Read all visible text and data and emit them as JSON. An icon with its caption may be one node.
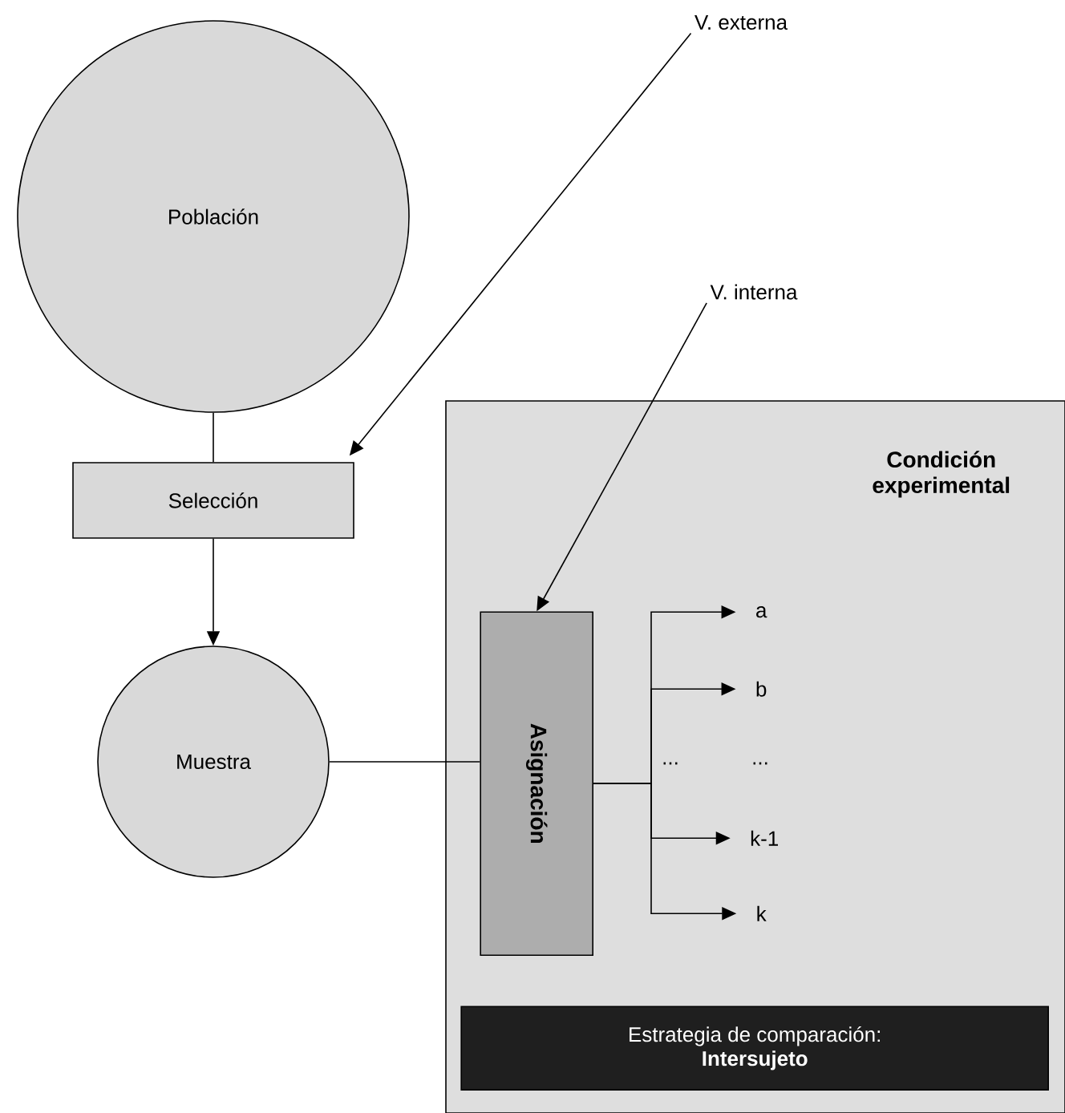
{
  "diagram": {
    "nodes": [
      {
        "text": [
          "Población"
        ]
      },
      {
        "text": [
          "Selección"
        ]
      },
      {
        "text": [
          "Muestra"
        ]
      },
      {
        "text": [
          "V. externa"
        ]
      },
      {
        "text": [
          "V. interna"
        ]
      },
      {
        "text": [
          "Condición experimental"
        ]
      },
      {
        "text": [
          "Asignación"
        ],
        "in": 5
      },
      {
        "text": [
          "a"
        ],
        "in": 5
      },
      {
        "text": [
          "b"
        ],
        "in": 5
      },
      {
        "text": [
          "k-1"
        ],
        "in": 5
      },
      {
        "text": [
          "k"
        ],
        "in": 5
      },
      {
        "text": [
          "Estrategia de comparación:",
          "Intersujeto"
        ],
        "in": 5
      }
    ],
    "edges": [
      {
        "from": 0,
        "to": 1,
        "arrow": "none"
      },
      {
        "from": 1,
        "to": 2,
        "arrow": "to"
      },
      {
        "from": 3,
        "to": 1,
        "arrow": "to"
      },
      {
        "from": 4,
        "to": 6,
        "arrow": "to"
      },
      {
        "from": 2,
        "to": 6,
        "arrow": "none"
      },
      {
        "from": 6,
        "to": 7,
        "arrow": "to"
      },
      {
        "from": 6,
        "to": 8,
        "arrow": "to"
      },
      {
        "from": 6,
        "to": 9,
        "arrow": "to"
      },
      {
        "from": 6,
        "to": 10,
        "arrow": "to"
      }
    ],
    "labels": [
      "...",
      "..."
    ]
  }
}
